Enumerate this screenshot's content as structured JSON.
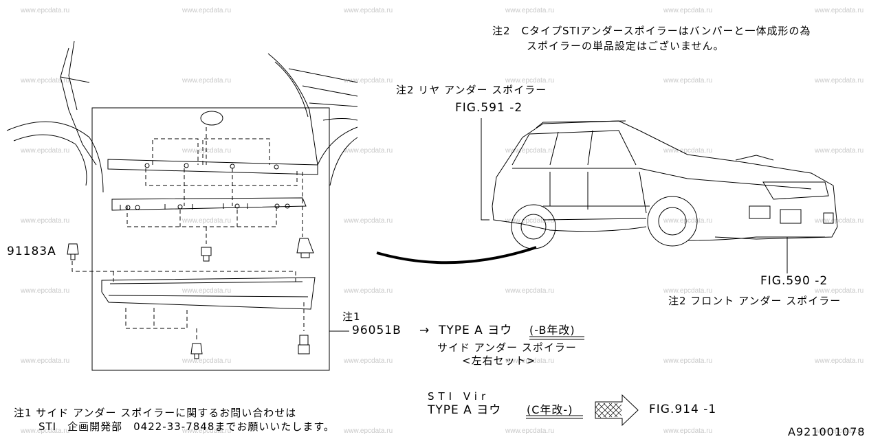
{
  "watermark": "www.epcdata.ru",
  "notes": {
    "note2_line1": "注2　CタイプSTIアンダースポイラーはバンパーと一体成形の為",
    "note2_line2": "スポイラーの単品設定はございません。",
    "note1_line1": "注1 サイド アンダー スポイラーに関するお問い合わせは",
    "note1_line2": "STI　企画開発部　0422-33-7848までお願いいたします。"
  },
  "callouts": {
    "rear_label": "注2 リヤ アンダー スポイラー",
    "rear_fig": "FIG.591 -2",
    "front_fig": "FIG.590 -2",
    "front_label": "注2 フロント アンダー スポイラー",
    "clip_part": "91183A",
    "note1_marker": "注1",
    "part_number": "96051B",
    "arrow": "→",
    "type_a": "TYPE A ヨウ",
    "type_a_change": "(-B年改)",
    "side_spoiler": "サイド アンダー スポイラー",
    "lr_set": "<左右セット>",
    "sti_vir": "STI Vir",
    "type_a2": "TYPE A ヨウ",
    "type_a2_change": "(C年改-)",
    "fig914": "FIG.914 -1"
  },
  "diagram_id": "A921001078"
}
